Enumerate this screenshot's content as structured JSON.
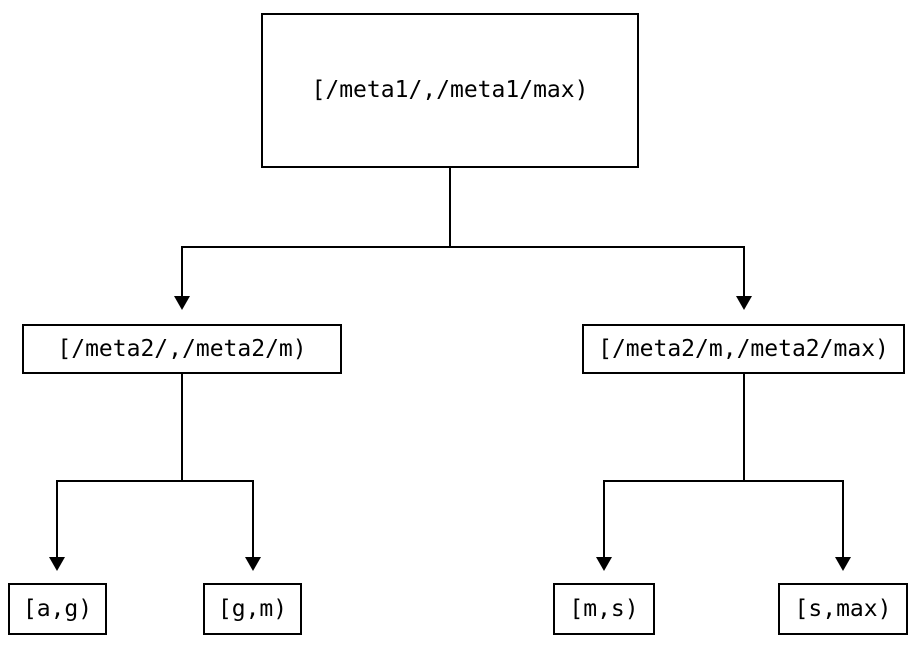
{
  "diagram": {
    "type": "binary-tree",
    "background_color": "#ffffff",
    "line_color": "#000000",
    "box_border_color": "#000000",
    "text_color": "#000000",
    "root": {
      "label": "[/meta1/,/meta1/max)"
    },
    "level2": [
      {
        "label": "[/meta2/,/meta2/m)"
      },
      {
        "label": "[/meta2/m,/meta2/max)"
      }
    ],
    "leaves": [
      {
        "label": "[a,g)"
      },
      {
        "label": "[g,m)"
      },
      {
        "label": "[m,s)"
      },
      {
        "label": "[s,max)"
      }
    ]
  }
}
